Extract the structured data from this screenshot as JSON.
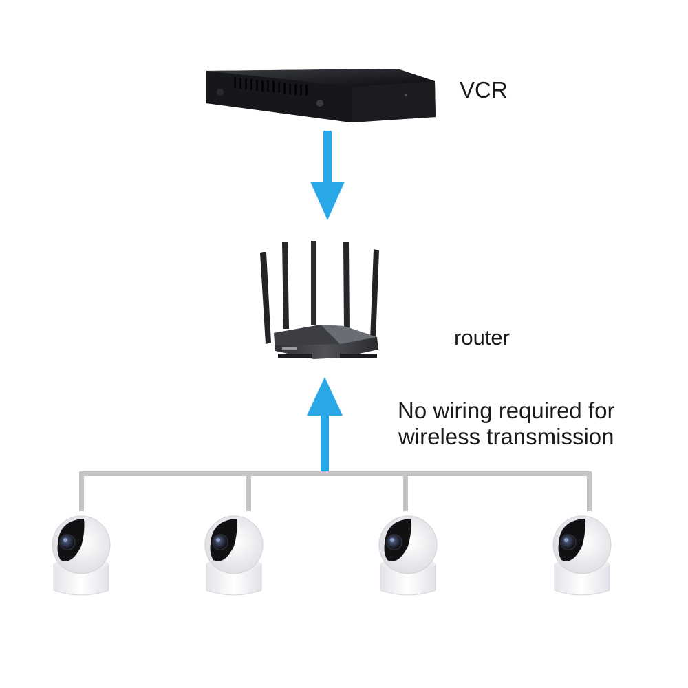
{
  "labels": {
    "vcr": "VCR",
    "router": "router",
    "note_line1": "No wiring required for",
    "note_line2": "wireless transmission"
  },
  "colors": {
    "arrow": "#29a8e8",
    "wire": "#c4c4c4",
    "device_dark": "#141416",
    "camera_white": "#f2f2f4"
  },
  "icons": {
    "recorder": "vcr-device-icon",
    "router": "wifi-router-icon",
    "camera": "ptz-camera-icon"
  },
  "camera_count": 4
}
